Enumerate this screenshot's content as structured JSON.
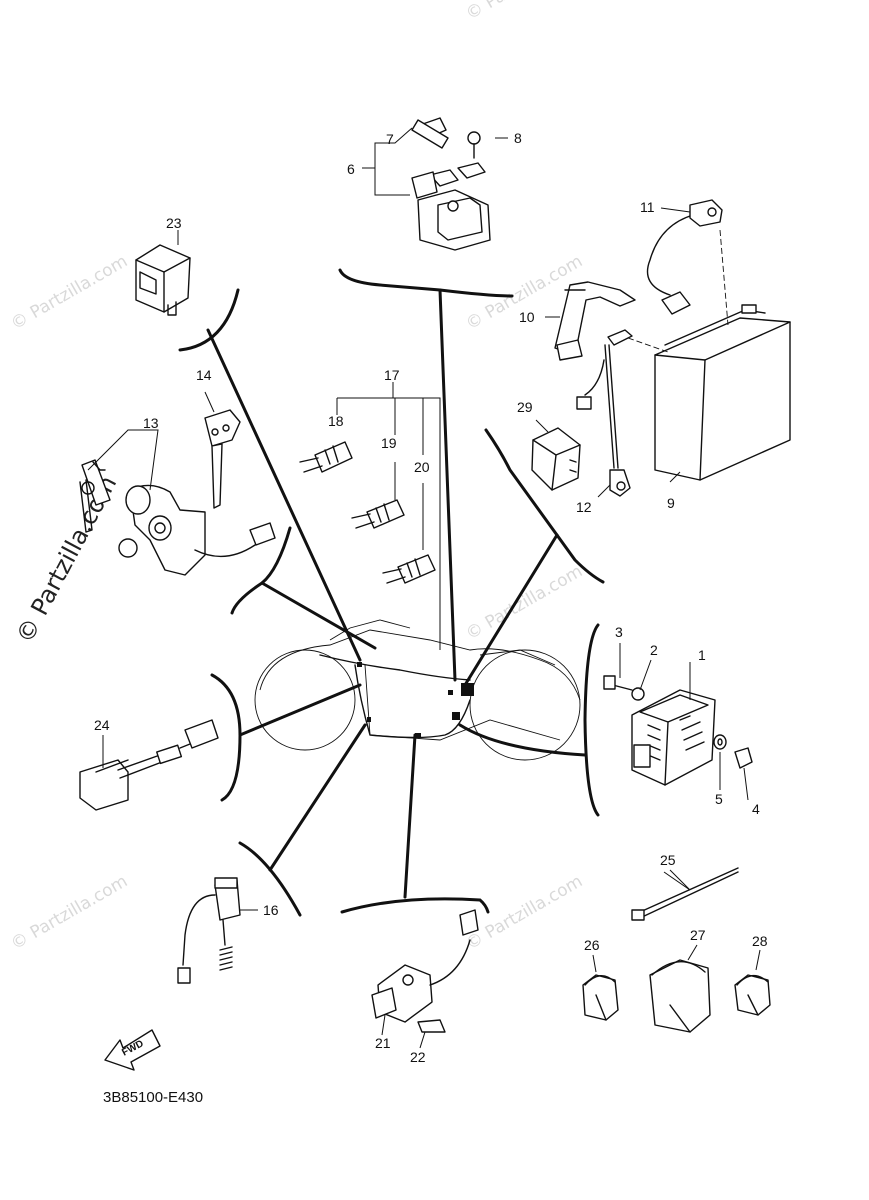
{
  "diagram": {
    "code": "3B85100-E430",
    "fwd_label": "FWD",
    "watermark_side": "© Partzilla.com",
    "watermark_faint": "© Partzilla.com",
    "callouts": {
      "c1": "1",
      "c2": "2",
      "c3": "3",
      "c4": "4",
      "c5": "5",
      "c6": "6",
      "c7": "7",
      "c8": "8",
      "c9": "9",
      "c10": "10",
      "c11": "11",
      "c12": "12",
      "c13": "13",
      "c14": "14",
      "c16": "16",
      "c17": "17",
      "c18": "18",
      "c19": "19",
      "c20": "20",
      "c21": "21",
      "c22": "22",
      "c23": "23",
      "c24": "24",
      "c25": "25",
      "c26": "26",
      "c27": "27",
      "c28": "28",
      "c29": "29"
    }
  }
}
